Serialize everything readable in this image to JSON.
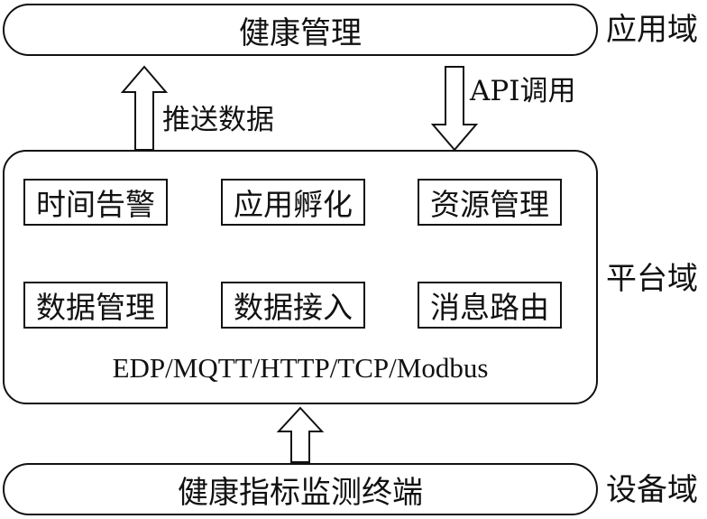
{
  "application_layer": {
    "box_text": "健康管理",
    "domain": "应用域"
  },
  "platform_layer": {
    "domain": "平台域",
    "modules_row1": [
      "时间告警",
      "应用孵化",
      "资源管理"
    ],
    "modules_row2": [
      "数据管理",
      "数据接入",
      "消息路由"
    ],
    "protocols": "EDP/MQTT/HTTP/TCP/Modbus"
  },
  "device_layer": {
    "box_text": "健康指标监测终端",
    "domain": "设备域"
  },
  "arrows": {
    "push_label": "推送数据",
    "api_label": "API调用"
  }
}
